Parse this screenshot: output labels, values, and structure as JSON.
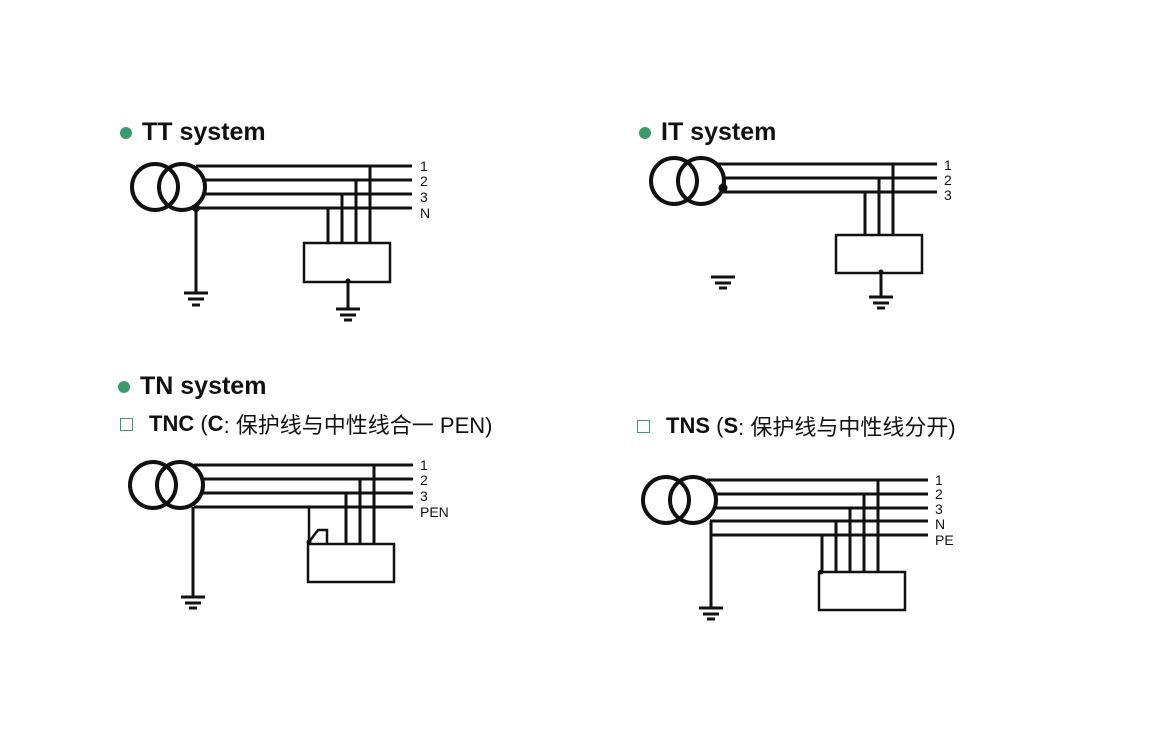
{
  "accent_color": "#3a9a6a",
  "tt": {
    "title": "TT system",
    "labels": [
      "1",
      "2",
      "3",
      "N"
    ]
  },
  "it": {
    "title": "IT system",
    "labels": [
      "1",
      "2",
      "3"
    ]
  },
  "tn": {
    "title": "TN system"
  },
  "tnc": {
    "code": "TNC",
    "letter": "C",
    "desc": ": 保护线与中性线合一 PEN)",
    "labels": [
      "1",
      "2",
      "3",
      "PEN"
    ]
  },
  "tns": {
    "code": "TNS",
    "letter": "S",
    "desc": ": 保护线与中性线分开)",
    "labels": [
      "1",
      "2",
      "3",
      "N",
      "PE"
    ]
  }
}
